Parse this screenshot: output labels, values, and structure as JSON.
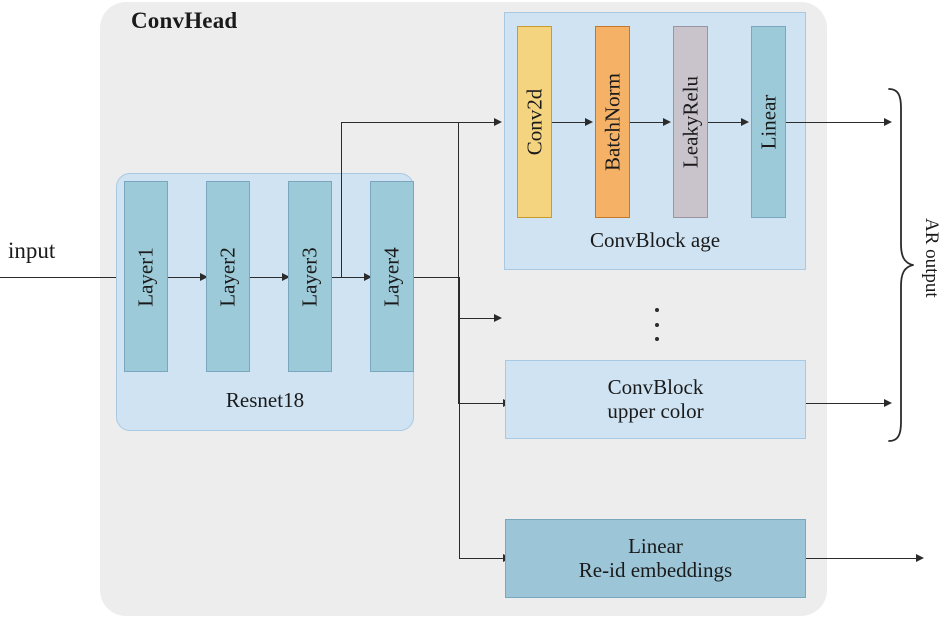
{
  "diagram": {
    "title": "ConvHead",
    "input_label": "input",
    "output_label": "AR output",
    "ellipsis": "⋮"
  },
  "backbone": {
    "caption": "Resnet18",
    "layers": [
      {
        "label": "Layer1"
      },
      {
        "label": "Layer2"
      },
      {
        "label": "Layer3"
      },
      {
        "label": "Layer4"
      }
    ]
  },
  "convblock_age": {
    "caption": "ConvBlock age",
    "stages": [
      {
        "label": "Conv2d",
        "color": "#f5d480"
      },
      {
        "label": "BatchNorm",
        "color": "#f5b266"
      },
      {
        "label": "LeakyRelu",
        "color": "#c9c4cc"
      },
      {
        "label": "Linear",
        "color": "#9ccad8"
      }
    ]
  },
  "convblock_upper_color": {
    "line1": "ConvBlock",
    "line2": "upper color"
  },
  "reid_head": {
    "line1": "Linear",
    "line2": "Re-id embeddings"
  },
  "colors": {
    "panel_background": "#ededed",
    "group_fill": "#cfe3f3",
    "group_border": "#a9c9e2",
    "layer_fill": "#9ccad8",
    "layer_border": "#7aa7bd",
    "reid_fill": "#9cc6d8",
    "line": "#2b2b2b"
  }
}
